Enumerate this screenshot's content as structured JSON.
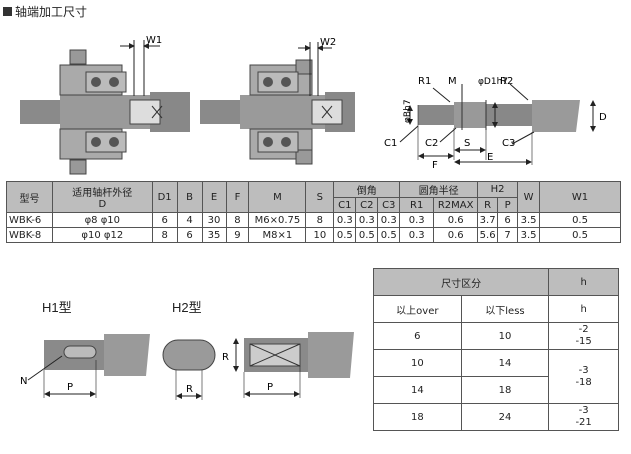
{
  "title": "轴端加工尺寸",
  "diagram_labels": {
    "w1": "W1",
    "w2": "W2",
    "r1": "R1",
    "m": "M",
    "d1": "φD1h7",
    "r2": "R2",
    "bh7": "φBh7",
    "d": "D",
    "c1": "C1",
    "c2": "C2",
    "s": "S",
    "c3": "C3",
    "f": "F",
    "e": "E"
  },
  "spec_table": {
    "head1": {
      "model": "型号",
      "shaft": "适用轴杆外径",
      "shaft_sub": "D",
      "d1": "D1",
      "b": "B",
      "e": "E",
      "f": "F",
      "m": "M",
      "s": "S",
      "chamfer": "倒角",
      "radius": "圆角半径",
      "h2": "H2",
      "w": "W",
      "w1": "W1"
    },
    "head2": {
      "c1": "C1",
      "c2": "C2",
      "c3": "C3",
      "r1": "R1",
      "r2max": "R2MAX",
      "r": "R",
      "p": "P"
    },
    "rows": [
      {
        "model": "WBK-6",
        "shaft": "φ8 φ10",
        "d1": "6",
        "b": "4",
        "e": "30",
        "f": "8",
        "m": "M6×0.75",
        "s": "8",
        "c1": "0.3",
        "c2": "0.3",
        "c3": "0.3",
        "r1": "0.3",
        "r2": "0.6",
        "r": "3.7",
        "p": "6",
        "w": "3.5",
        "w1": "0.5"
      },
      {
        "model": "WBK-8",
        "shaft": "φ10 φ12",
        "d1": "8",
        "b": "6",
        "e": "35",
        "f": "9",
        "m": "M8×1",
        "s": "10",
        "c1": "0.5",
        "c2": "0.5",
        "c3": "0.5",
        "r1": "0.3",
        "r2": "0.6",
        "r": "5.6",
        "p": "7",
        "w": "3.5",
        "w1": "0.5"
      }
    ]
  },
  "h_types": {
    "h1": "H1型",
    "h2": "H2型",
    "n": "N",
    "p1": "P",
    "r": "R",
    "rr": "R",
    "p2": "P"
  },
  "tol_table": {
    "head": {
      "dim": "尺寸区分",
      "h": "h"
    },
    "sub": {
      "over": "以上over",
      "less": "以下less",
      "h": "h"
    },
    "rows": [
      {
        "over": "6",
        "less": "10",
        "h": "-2\n-15"
      },
      {
        "over": "10",
        "less": "14",
        "h": "-3\n-18"
      },
      {
        "over": "14",
        "less": "18",
        "h": ""
      },
      {
        "over": "18",
        "less": "24",
        "h": "-3\n-21"
      }
    ]
  }
}
